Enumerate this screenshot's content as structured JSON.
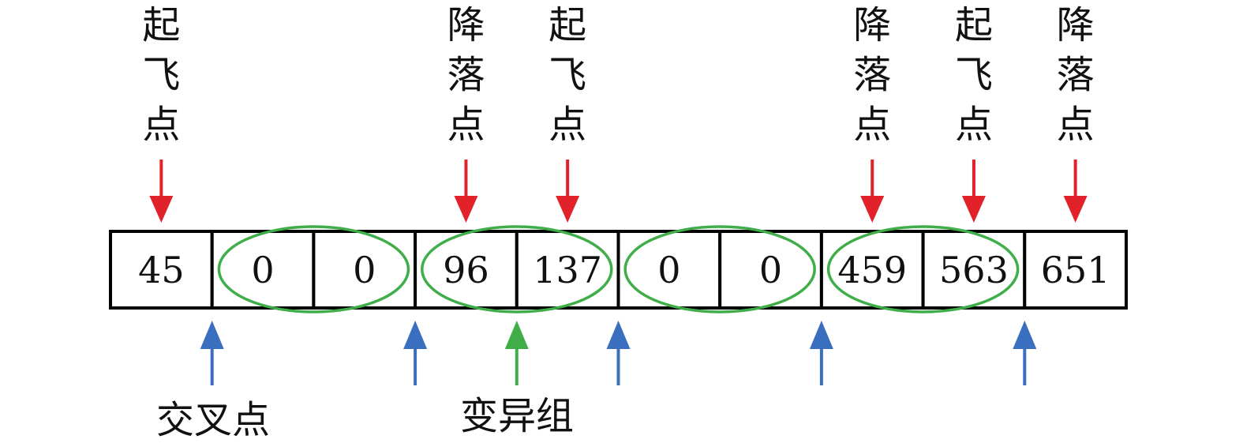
{
  "genes": [
    "45",
    "0",
    "0",
    "96",
    "137",
    "0",
    "0",
    "459",
    "563",
    "651"
  ],
  "top_labels": [
    {
      "cell": 0,
      "chars": [
        "起",
        "飞",
        "点"
      ]
    },
    {
      "cell": 3,
      "chars": [
        "降",
        "落",
        "点"
      ]
    },
    {
      "cell": 4,
      "chars": [
        "起",
        "飞",
        "点"
      ]
    },
    {
      "cell": 7,
      "chars": [
        "降",
        "落",
        "点"
      ]
    },
    {
      "cell": 8,
      "chars": [
        "起",
        "飞",
        "点"
      ]
    },
    {
      "cell": 9,
      "chars": [
        "降",
        "落",
        "点"
      ]
    }
  ],
  "crossover_boundaries": [
    1,
    3,
    5,
    7,
    9
  ],
  "mutation_groups": [
    [
      1,
      2
    ],
    [
      3,
      4
    ],
    [
      5,
      6
    ],
    [
      7,
      8
    ]
  ],
  "mutation_arrow_boundary": 4,
  "bottom_labels": {
    "crossover": "交叉点",
    "mutation": "变异组"
  },
  "colors": {
    "top_arrow": "#e1222b",
    "crossover_arrow": "#3a6fc0",
    "mutation": "#3fae49",
    "box": "#000000",
    "text": "#111111"
  }
}
